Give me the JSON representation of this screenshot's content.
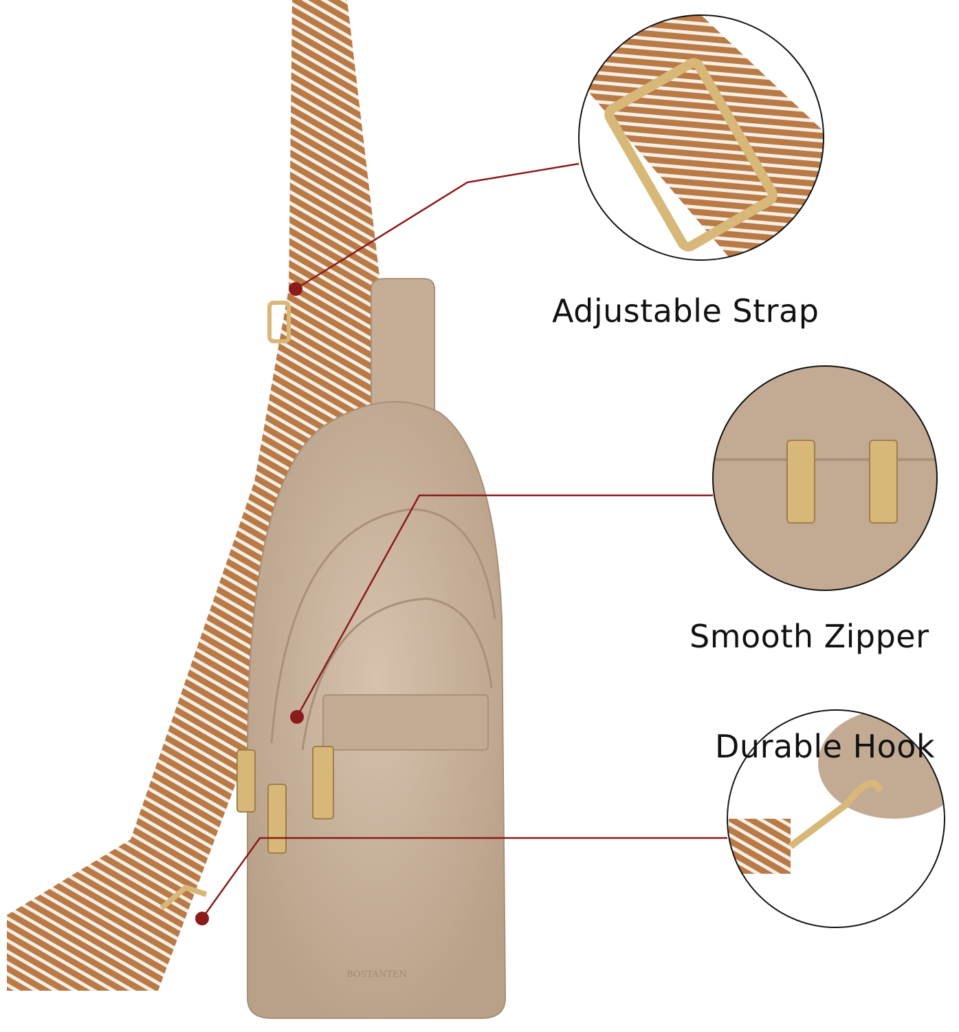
{
  "product": {
    "brand": "BOSTANTEN",
    "colors": {
      "leather": "#c9b29c",
      "strap_brown": "#b97a45",
      "strap_white": "#f6efe6",
      "callout": "#8b1a1a",
      "gold": "#d8b878"
    }
  },
  "features": [
    {
      "label": "Adjustable Strap"
    },
    {
      "label": "Smooth Zipper"
    },
    {
      "label": "Durable Hook"
    }
  ]
}
